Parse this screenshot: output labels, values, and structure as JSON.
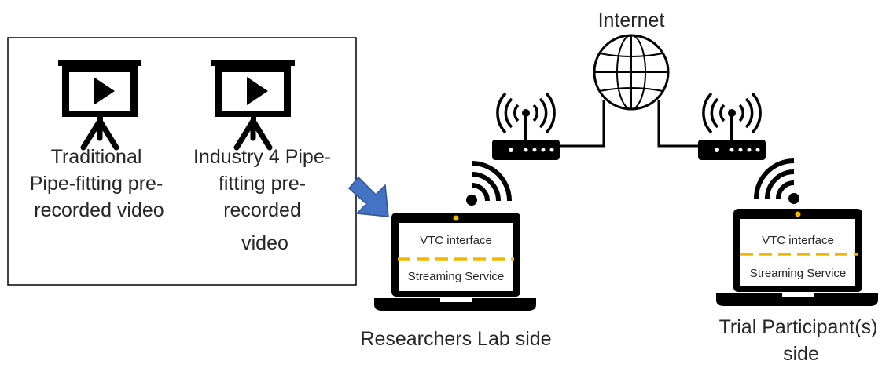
{
  "diagram": {
    "videos_box": {
      "video_left": {
        "lines": [
          "Traditional",
          "Pipe-fitting pre-",
          "recorded video"
        ]
      },
      "video_right": {
        "lines": [
          "Industry 4 Pipe-",
          "fitting pre-",
          "recorded",
          "video"
        ]
      }
    },
    "internet_label": "Internet",
    "lab_laptop": {
      "top_label": "VTC interface",
      "bottom_label": "Streaming Service",
      "caption": "Researchers Lab side"
    },
    "participant_laptop": {
      "top_label": "VTC interface",
      "bottom_label": "Streaming Service",
      "caption_lines": [
        "Trial Participant(s)",
        "side"
      ]
    },
    "colors": {
      "arrow": "#4472C4",
      "divider": "#F2B700",
      "camera": "#F2B700",
      "ink": "#000000"
    },
    "icons": [
      "projector-screen-icon",
      "globe-icon",
      "wifi-router-icon",
      "wifi-icon",
      "laptop-icon",
      "arrow-icon"
    ]
  }
}
